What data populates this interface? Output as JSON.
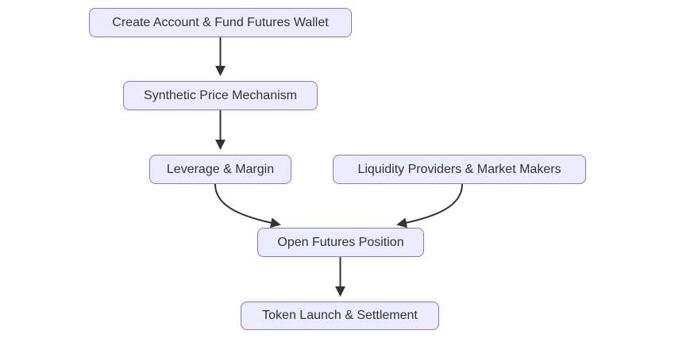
{
  "diagram": {
    "type": "flowchart",
    "direction": "top-down",
    "background_color": "#ffffff",
    "node_fill_color": "#ECECFF",
    "node_border_color": "#9370DB",
    "text_color": "#333333",
    "edge_color": "#333333",
    "nodes": [
      {
        "id": "create",
        "label": "Create Account & Fund Futures Wallet"
      },
      {
        "id": "synthetic",
        "label": "Synthetic Price Mechanism"
      },
      {
        "id": "leverage",
        "label": "Leverage & Margin"
      },
      {
        "id": "liquidity",
        "label": "Liquidity Providers & Market Makers"
      },
      {
        "id": "open",
        "label": "Open Futures Position"
      },
      {
        "id": "token",
        "label": "Token Launch & Settlement"
      }
    ],
    "edges": [
      {
        "from": "create",
        "to": "synthetic"
      },
      {
        "from": "synthetic",
        "to": "leverage"
      },
      {
        "from": "leverage",
        "to": "open"
      },
      {
        "from": "liquidity",
        "to": "open"
      },
      {
        "from": "open",
        "to": "token"
      }
    ]
  }
}
